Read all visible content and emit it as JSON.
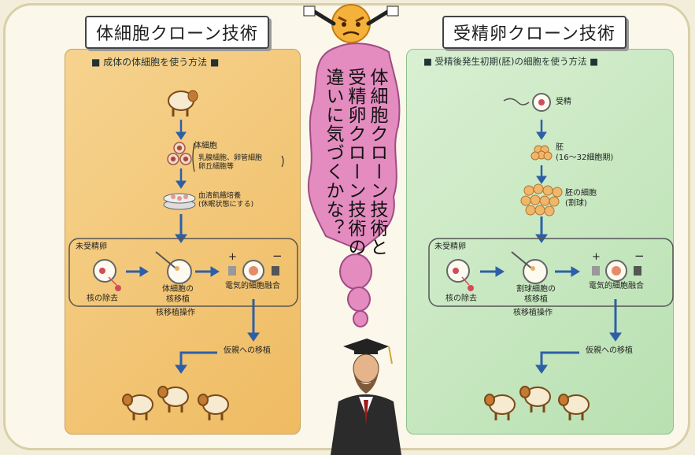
{
  "left": {
    "title": "体細胞クローン技術",
    "subtitle": "■ 成体の体細胞を使う方法 ■",
    "somatic_cell": "体細胞",
    "somatic_note": "乳腺細胞、卵管細胞\n卵丘細胞等",
    "culture": "血清飢餓培養\n(休眠状態にする)",
    "unfertilized_egg": "未受精卵",
    "enucleation": "核の除去",
    "nuclear_transfer": "体細胞の\n核移植",
    "fusion": "電気的細胞融合",
    "operation": "核移植操作",
    "transfer": "仮親への移植"
  },
  "right": {
    "title": "受精卵クローン技術",
    "subtitle": "■ 受精後発生初期(胚)の細胞を使う方法 ■",
    "fertilization": "受精",
    "embryo": "胚\n(16〜32細胞期)",
    "embryo_cells": "胚の細胞\n(割球)",
    "unfertilized_egg": "未受精卵",
    "enucleation": "核の除去",
    "nuclear_transfer": "割球細胞の\n核移植",
    "fusion": "電気的細胞融合",
    "operation": "核移植操作",
    "transfer": "仮親への移植"
  },
  "center": {
    "question_lines": [
      "体細胞クローン技術と",
      "受精卵クローン技術の",
      "違いに気づくかな？"
    ]
  },
  "colors": {
    "left_panel": "#efbb62",
    "right_panel": "#b8e0b1",
    "bubble": "#e48bc0",
    "arrow": "#2d5fa8"
  }
}
